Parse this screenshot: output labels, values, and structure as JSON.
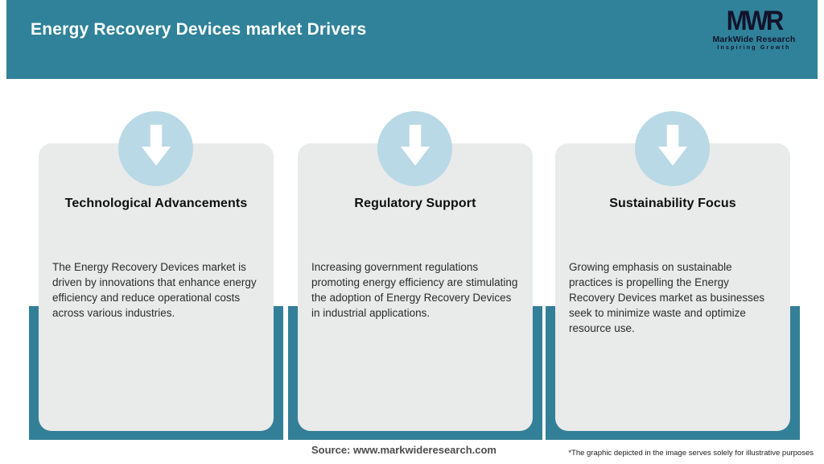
{
  "header": {
    "title": "Energy Recovery Devices market Drivers",
    "logo": {
      "monogram": "MWR",
      "name": "MarkWide Research",
      "tagline": "Inspiring Growth"
    }
  },
  "cards": [
    {
      "title": "Technological Advancements",
      "body": "The Energy Recovery Devices market is driven by innovations that enhance energy efficiency and reduce operational costs across various industries."
    },
    {
      "title": "Regulatory Support",
      "body": "Increasing government regulations promoting energy efficiency are stimulating the adoption of Energy Recovery Devices in industrial applications."
    },
    {
      "title": "Sustainability Focus",
      "body": "Growing emphasis on sustainable practices is propelling the Energy Recovery Devices market as businesses seek to minimize waste and optimize resource use."
    }
  ],
  "footer": {
    "source": "Source: www.markwideresearch.com",
    "disclaimer": "*The graphic depicted in the image serves solely for illustrative purposes"
  },
  "colors": {
    "header_teal": "#2F8299",
    "backing_teal": "#337F97",
    "badge_blue": "#B9D9E6",
    "card_gray": "#E9EAEA",
    "title_text": "#0E0E0E",
    "body_text": "#2B2B2B"
  },
  "icons": {
    "badge_icon": "arrow-down-icon"
  }
}
